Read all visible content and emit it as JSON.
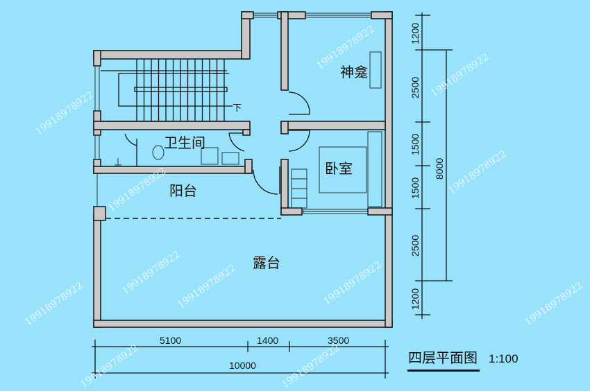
{
  "title": "四层平面图",
  "scale": "1:100",
  "rooms": {
    "shrine": "神龛",
    "bathroom": "卫生间",
    "bedroom": "卧室",
    "balcony": "阳台",
    "terrace": "露台",
    "stairs_down": "下"
  },
  "dimensions": {
    "horizontal": [
      "5100",
      "1400",
      "3500"
    ],
    "horizontal_total": "10000",
    "vertical": [
      "1200",
      "2500",
      "1500",
      "1500",
      "2500",
      "1200"
    ],
    "vertical_total": "8000"
  },
  "watermark": "19918978922",
  "colors": {
    "background": "#98e3fb",
    "wall": "#c9c9c9"
  }
}
